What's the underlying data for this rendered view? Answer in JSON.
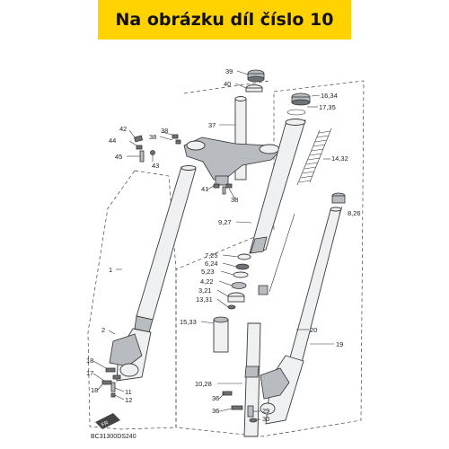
{
  "banner": {
    "text": "Na obrázku díl číslo 10",
    "color": "#ffd200"
  },
  "diagram_code": "BC31300DS240",
  "callouts": [
    "39",
    "40",
    "16,34",
    "17,35",
    "42",
    "38",
    "44",
    "38",
    "37",
    "45",
    "43",
    "14,32",
    "41",
    "38",
    "8,26",
    "9,27",
    "7,25",
    "6,24",
    "5,23",
    "4,22",
    "3,21",
    "13,31",
    "1",
    "2",
    "15,33",
    "20",
    "19",
    "18",
    "17",
    "18",
    "11",
    "12",
    "10,28",
    "36",
    "36",
    "29",
    "30"
  ],
  "fr_badge": "FR"
}
